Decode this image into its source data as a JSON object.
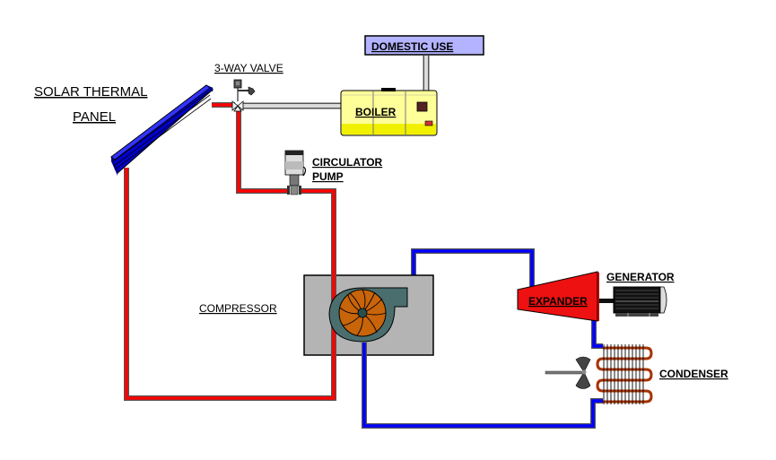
{
  "diagram": {
    "type": "solar-thermal-orc-system",
    "colors": {
      "hot_pipe": "#ff0000",
      "cold_pipe": "#0000ff",
      "domestic_pipe": "#c8c8c8",
      "solar_panel": "#0000ee",
      "boiler": "#ffff99",
      "domestic_box": "#b3b3ff",
      "compressor_box": "#b4b4b4",
      "compressor_housing": "#4a6e6e",
      "impeller": "#c8640a",
      "expander": "#ee1111",
      "condenser_coil": "#a83200"
    },
    "labels": {
      "solar_panel_line1": "SOLAR THERMAL",
      "solar_panel_line2": "PANEL",
      "valve": "3-WAY VALVE",
      "domestic": "DOMESTIC USE",
      "boiler": "BOILER",
      "pump_line1": "CIRCULATOR",
      "pump_line2": "PUMP",
      "compressor": "COMPRESSOR",
      "expander": "EXPANDER",
      "generator": "GENERATOR",
      "condenser": "CONDENSER"
    },
    "components": [
      {
        "id": "solar-panel",
        "label": "SOLAR THERMAL PANEL"
      },
      {
        "id": "three-way-valve",
        "label": "3-WAY VALVE"
      },
      {
        "id": "boiler",
        "label": "BOILER"
      },
      {
        "id": "domestic-use",
        "label": "DOMESTIC USE"
      },
      {
        "id": "circulator-pump",
        "label": "CIRCULATOR PUMP"
      },
      {
        "id": "compressor",
        "label": "COMPRESSOR"
      },
      {
        "id": "expander",
        "label": "EXPANDER"
      },
      {
        "id": "generator",
        "label": "GENERATOR"
      },
      {
        "id": "condenser",
        "label": "CONDENSER"
      }
    ],
    "connections": [
      {
        "from": "solar-panel",
        "to": "three-way-valve",
        "circuit": "hot"
      },
      {
        "from": "three-way-valve",
        "to": "boiler",
        "circuit": "domestic"
      },
      {
        "from": "boiler",
        "to": "domestic-use",
        "circuit": "domestic"
      },
      {
        "from": "three-way-valve",
        "to": "circulator-pump",
        "circuit": "hot"
      },
      {
        "from": "circulator-pump",
        "to": "compressor",
        "circuit": "hot"
      },
      {
        "from": "compressor",
        "to": "solar-panel",
        "circuit": "hot"
      },
      {
        "from": "compressor",
        "to": "expander",
        "circuit": "cold"
      },
      {
        "from": "expander",
        "to": "generator",
        "circuit": "shaft"
      },
      {
        "from": "expander",
        "to": "condenser",
        "circuit": "cold"
      },
      {
        "from": "condenser",
        "to": "compressor",
        "circuit": "cold"
      }
    ]
  }
}
